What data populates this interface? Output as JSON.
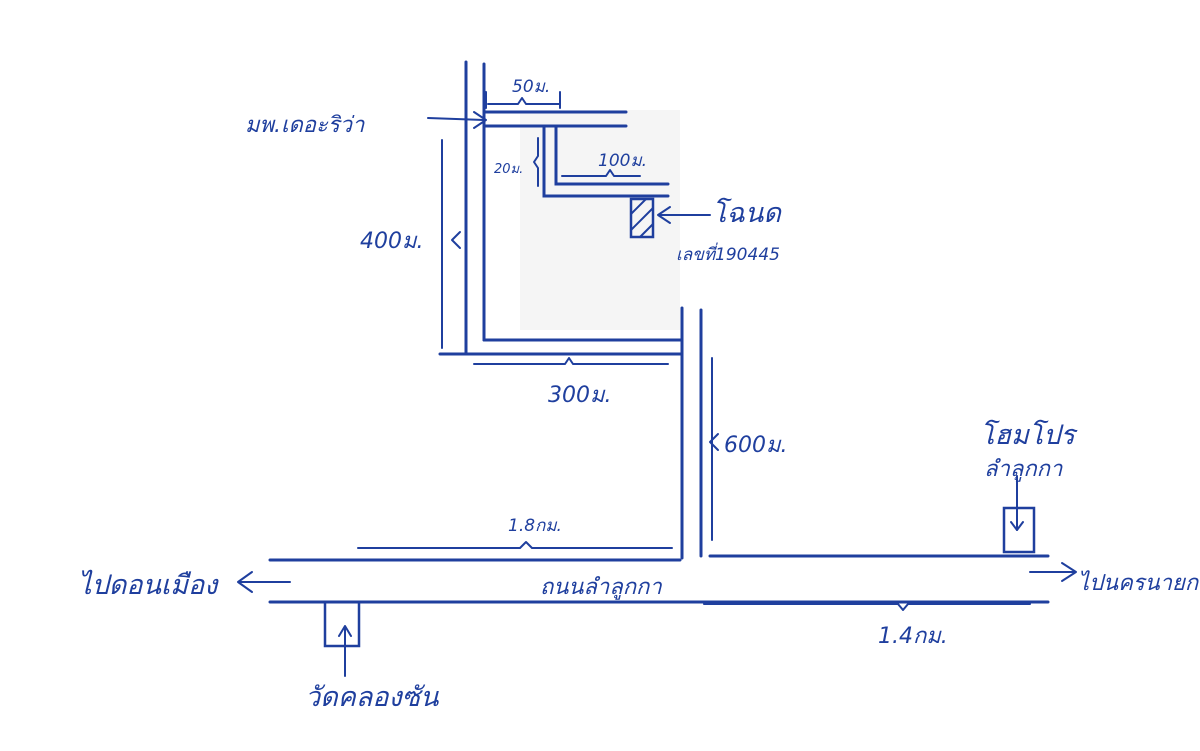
{
  "colors": {
    "ink": "#1f3f9e",
    "paper": "#ffffff",
    "shading": "#e4e4e4"
  },
  "labels": {
    "village": "มพ.เดอะริว่า",
    "title_deed_line1": "โฉนด",
    "title_deed_line2": "เลขที่190445",
    "home_pro_line1": "โฮมโปร",
    "home_pro_line2": "ลำลูกกา",
    "road_name": "ถนนลำลูกกา",
    "to_left": "ไปดอนเมือง",
    "to_right": "ไปนครนายก",
    "temple": "วัดคลองซัน"
  },
  "distances": {
    "top_50": "50ม.",
    "side_20": "20ม.",
    "inner_100": "100ม.",
    "vertical_400": "400ม.",
    "horizontal_300": "300ม.",
    "vertical_600": "600ม.",
    "left_1_8km": "1.8กม.",
    "right_1_4km": "1.4กม."
  }
}
